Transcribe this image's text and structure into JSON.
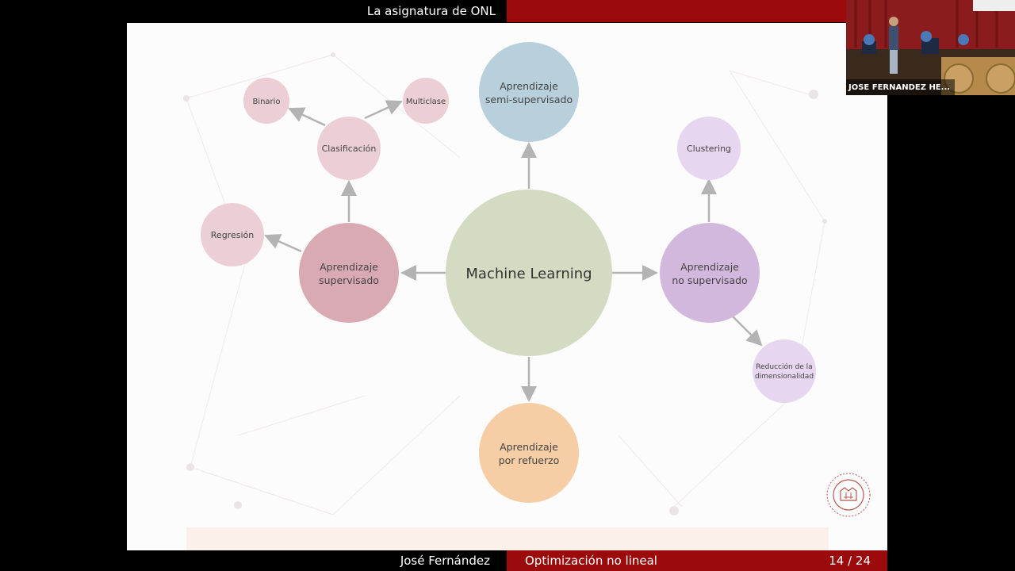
{
  "header": {
    "section_title": "La asignatura de ONL"
  },
  "footer": {
    "author": "José Fernández",
    "course": "Optimización no lineal",
    "page": "14 / 24"
  },
  "video": {
    "participant_name": "JOSE FERNANDEZ HE..."
  },
  "diagram": {
    "center": "Machine Learning",
    "supervised": [
      "Aprendizaje",
      "supervisado"
    ],
    "semi": [
      "Aprendizaje",
      "semi-supervisado"
    ],
    "unsupervised": [
      "Aprendizaje",
      "no supervisado"
    ],
    "reinforcement": [
      "Aprendizaje",
      "por refuerzo"
    ],
    "regression": "Regresión",
    "classification": "Clasificación",
    "binary": "Binario",
    "multiclass": "Multiclase",
    "clustering": "Clustering",
    "dimred": [
      "Reducción de la",
      "dimensionalidad"
    ]
  },
  "colors": {
    "topbar_red": "#9c0b0b",
    "center": "#d3dcc3",
    "supervised": "#d9aab3",
    "semi": "#b8cfdc",
    "unsupervised": "#d3b8dd",
    "reinforcement": "#f6cda4",
    "leaf_pink": "#eccfd5",
    "leaf_purple": "#e7d6ef",
    "arrow": "#b3b3b3"
  },
  "logo": {
    "name": "university-seal-icon"
  }
}
